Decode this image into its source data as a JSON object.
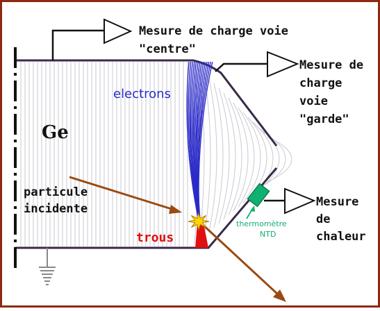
{
  "labels": {
    "charge_centre_line1": "Mesure de charge voie",
    "charge_centre_line2": "\"centre\"",
    "charge_garde_line1": "Mesure de",
    "charge_garde_line2": "charge",
    "charge_garde_line3": "voie",
    "charge_garde_line4": "\"garde\"",
    "ge": "Ge",
    "electrons": "electrons",
    "particule_line1": "particule",
    "particule_line2": "incidente",
    "trous": "trous",
    "ntd_line1": "thermomètre",
    "ntd_line2": "NTD",
    "chaleur_line1": "Mesure",
    "chaleur_line2": "de",
    "chaleur_line3": "chaleur"
  },
  "colors": {
    "frame": "#8b2a10",
    "detector_outline": "#3a2a4a",
    "electrons": "#2a2ac8",
    "trous": "#e01010",
    "particle_arrow": "#9a4a12",
    "thermometer": "#10b070",
    "field_lines": "#c9c9d2",
    "impact": "#ffd400"
  },
  "icons": {
    "amplifiers": "triangle-amplifier-icon",
    "ground": "ground-symbol-icon",
    "impact": "impact-star-icon"
  }
}
